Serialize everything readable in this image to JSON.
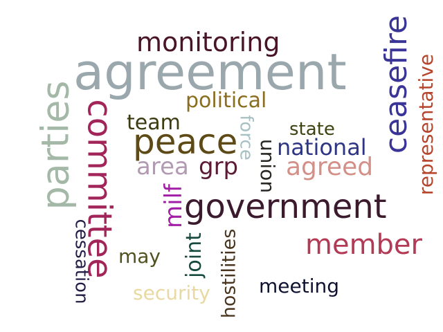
{
  "words": [
    {
      "text": "agreement",
      "color": "#9aa8ad"
    },
    {
      "text": "monitoring",
      "color": "#4a1428"
    },
    {
      "text": "ceasefire",
      "color": "#3b3497"
    },
    {
      "text": "representative",
      "color": "#b5452c"
    },
    {
      "text": "parties",
      "color": "#a3b8a6"
    },
    {
      "text": "committee",
      "color": "#a2255a"
    },
    {
      "text": "political",
      "color": "#8a6d1e"
    },
    {
      "text": "team",
      "color": "#3c3a10"
    },
    {
      "text": "force",
      "color": "#a6c0c3"
    },
    {
      "text": "peace",
      "color": "#5e4a16"
    },
    {
      "text": "state",
      "color": "#3d4210"
    },
    {
      "text": "national",
      "color": "#2e3584"
    },
    {
      "text": "union",
      "color": "#2a2622"
    },
    {
      "text": "area",
      "color": "#b29ab2"
    },
    {
      "text": "grp",
      "color": "#5c1a36"
    },
    {
      "text": "agreed",
      "color": "#d49088"
    },
    {
      "text": "milf",
      "color": "#a11ea6"
    },
    {
      "text": "government",
      "color": "#3c1a2e"
    },
    {
      "text": "member",
      "color": "#b33a55"
    },
    {
      "text": "cessation",
      "color": "#241c44"
    },
    {
      "text": "may",
      "color": "#505020"
    },
    {
      "text": "joint",
      "color": "#164a3e"
    },
    {
      "text": "hostilities",
      "color": "#4a361e"
    },
    {
      "text": "meeting",
      "color": "#0e1230"
    },
    {
      "text": "security",
      "color": "#e8d9a2"
    }
  ]
}
